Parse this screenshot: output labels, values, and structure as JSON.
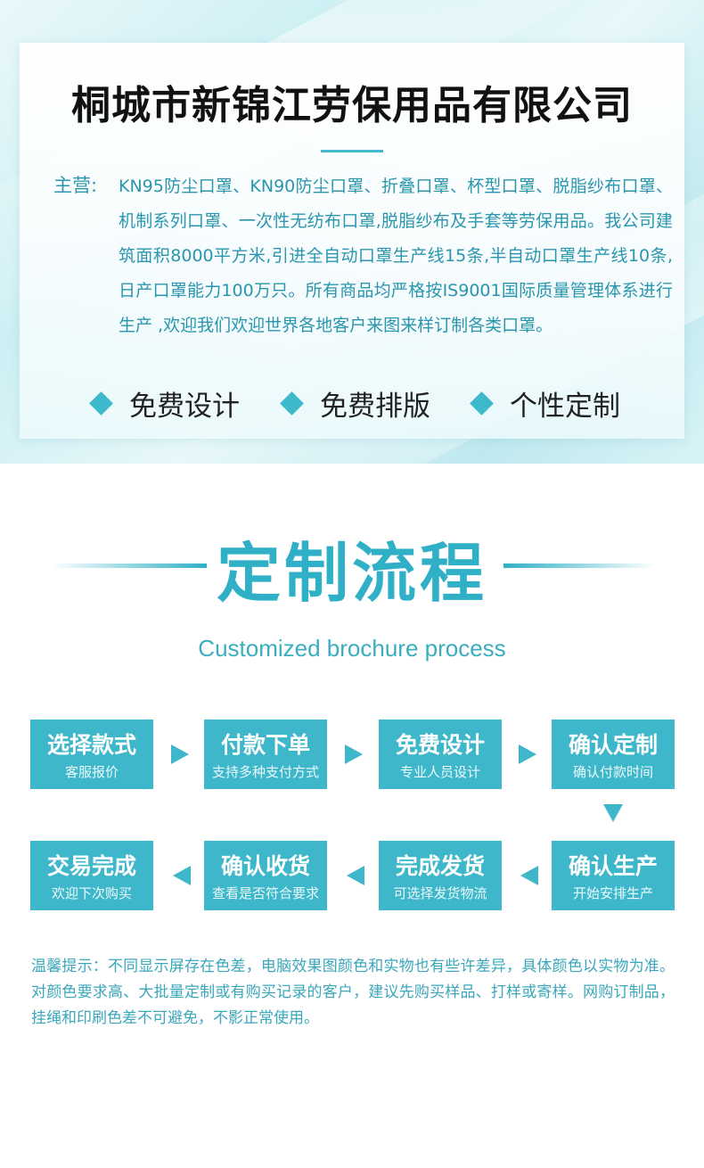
{
  "company": {
    "title": "桐城市新锦江劳保用品有限公司",
    "main_label": "主营:",
    "main_text": "KN95防尘口罩、KN90防尘口罩、折叠口罩、杯型口罩、脱脂纱布口罩、机制系列口罩、一次性无纺布口罩,脱脂纱布及手套等劳保用品。我公司建筑面积8000平方米,引进全自动口罩生产线15条,半自动口罩生产线10条,日产口罩能力100万只。所有商品均严格按IS9001国际质量管理体系进行生产 ,欢迎我们欢迎世界各地客户来图来样订制各类口罩。"
  },
  "features": [
    "免费设计",
    "免费排版",
    "个性定制"
  ],
  "process": {
    "title": "定制流程",
    "subtitle": "Customized brochure process",
    "steps": [
      {
        "title": "选择款式",
        "desc": "客服报价"
      },
      {
        "title": "付款下单",
        "desc": "支持多种支付方式"
      },
      {
        "title": "免费设计",
        "desc": "专业人员设计"
      },
      {
        "title": "确认定制",
        "desc": "确认付款时间"
      },
      {
        "title": "确认生产",
        "desc": "开始安排生产"
      },
      {
        "title": "完成发货",
        "desc": "可选择发货物流"
      },
      {
        "title": "确认收货",
        "desc": "查看是否符合要求"
      },
      {
        "title": "交易完成",
        "desc": "欢迎下次购买"
      }
    ]
  },
  "notice": "温馨提示：不同显示屏存在色差，电脑效果图颜色和实物也有些许差异，具体颜色以实物为准。对颜色要求高、大批量定制或有购买记录的客户，建议先购买样品、打样或寄样。网购订制品，挂绳和印刷色差不可避免，不影正常使用。",
  "colors": {
    "accent": "#3fb7cb",
    "title_teal": "#2fb0c6",
    "text_teal": "#2a96ae"
  }
}
